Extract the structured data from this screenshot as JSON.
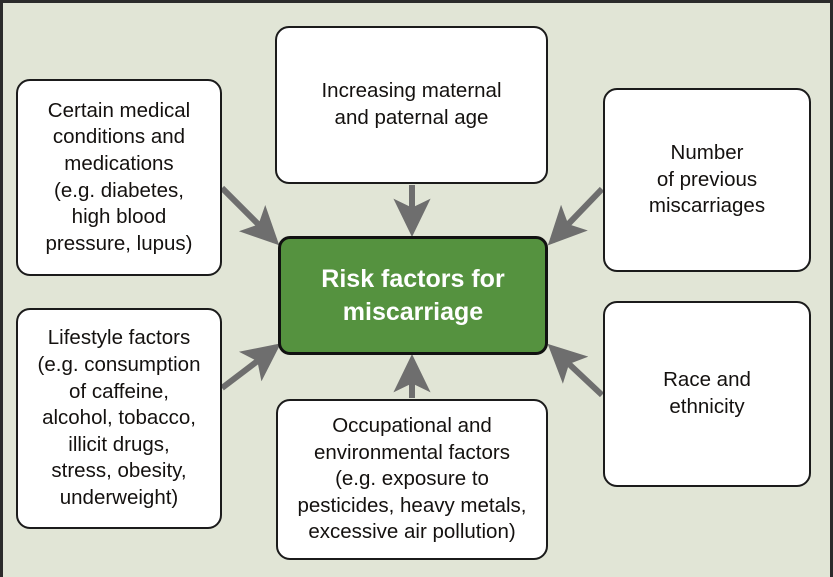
{
  "diagram": {
    "title": "Risk factors for miscarriage",
    "background_color": "#e1e5d6",
    "accent_color": "#55923f",
    "arrow_color": "#6e6e6e",
    "node_border_color": "#1b1b1b",
    "node_fill_color": "#ffffff",
    "center_text_color": "#ffffff"
  },
  "center": {
    "label": "Risk factors for\nmiscarriage"
  },
  "nodes": [
    {
      "id": "medical",
      "label": "Certain medical\nconditions and\nmedications\n(e.g. diabetes,\nhigh blood\npressure, lupus)",
      "position": "left-top"
    },
    {
      "id": "lifestyle",
      "label": "Lifestyle factors\n(e.g. consumption\nof caffeine,\nalcohol, tobacco,\nillicit drugs,\nstress, obesity,\nunderweight)",
      "position": "left-bottom"
    },
    {
      "id": "age",
      "label": "Increasing maternal\nand paternal age",
      "position": "top-center"
    },
    {
      "id": "occupational",
      "label": "Occupational and\nenvironmental factors\n(e.g. exposure to\npesticides, heavy metals,\nexcessive air pollution)",
      "position": "bottom-center"
    },
    {
      "id": "previous",
      "label": "Number\nof previous\nmiscarriages",
      "position": "right-top"
    },
    {
      "id": "race",
      "label": "Race and\nethnicity",
      "position": "right-bottom"
    }
  ],
  "arrows": [
    {
      "id": "medical-to-center",
      "from": "medical",
      "to": "center",
      "direction": "down-right"
    },
    {
      "id": "lifestyle-to-center",
      "from": "lifestyle",
      "to": "center",
      "direction": "up-right"
    },
    {
      "id": "age-to-center",
      "from": "age",
      "to": "center",
      "direction": "down"
    },
    {
      "id": "occupational-to-center",
      "from": "occupational",
      "to": "center",
      "direction": "up"
    },
    {
      "id": "previous-to-center",
      "from": "previous",
      "to": "center",
      "direction": "down-left"
    },
    {
      "id": "race-to-center",
      "from": "race",
      "to": "center",
      "direction": "up-left"
    }
  ]
}
